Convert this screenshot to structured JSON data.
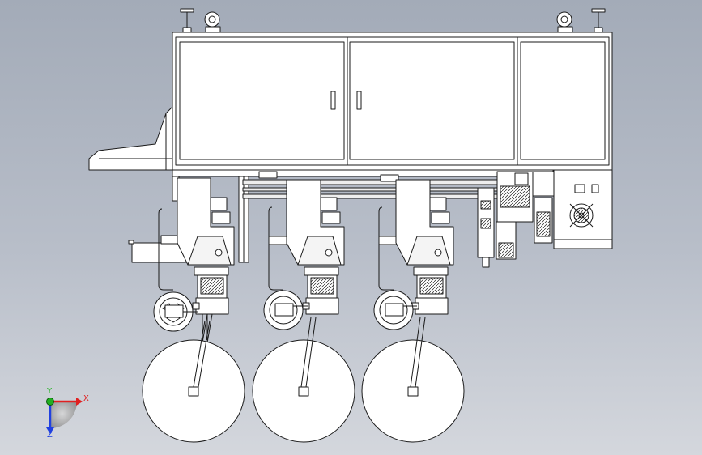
{
  "view": {
    "background_top": "#a3abb8",
    "background_bottom": "#d4d7dd",
    "line_color": "#1a1a1a",
    "fill_color": "#ffffff"
  },
  "machine": {
    "cabinet_doors": 3,
    "spindle_stations": 3,
    "wheels": 3
  },
  "triad": {
    "x_label": "X",
    "y_label": "Y",
    "z_label": "Z",
    "x_color": "#e02020",
    "y_color": "#20b020",
    "z_color": "#2040e0"
  }
}
